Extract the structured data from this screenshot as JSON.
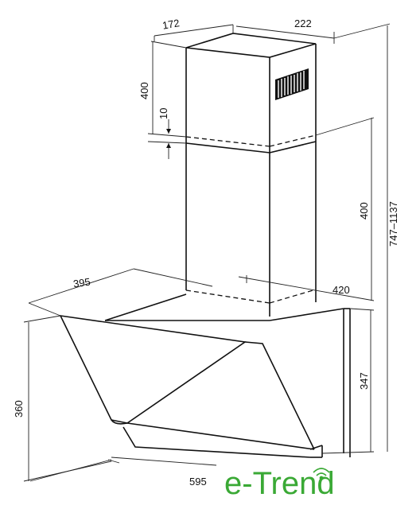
{
  "dimensions": {
    "chimney_depth": "172",
    "chimney_width": "222",
    "upper_chimney_height": "400",
    "overlap_gap": "10",
    "lower_chimney_height": "400",
    "total_height": "747–1137",
    "canopy_depth": "395",
    "canopy_rear_width": "420",
    "canopy_front_height": "360",
    "canopy_rear_height": "347",
    "canopy_width": "595"
  },
  "brand": {
    "name": "e-Trend",
    "color": "#3aa935"
  }
}
